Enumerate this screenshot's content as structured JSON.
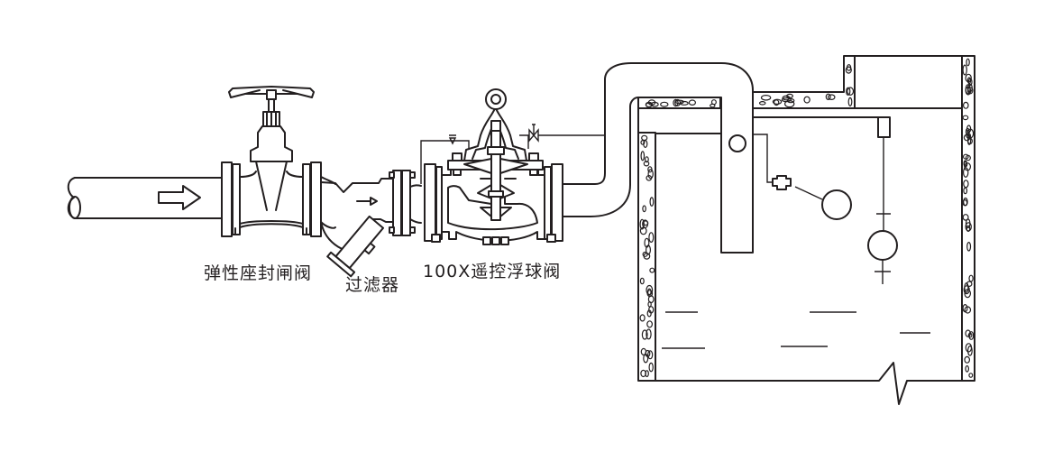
{
  "labels": {
    "gate_valve": "弹性座封闸阀",
    "strainer": "过滤器",
    "float_valve": "100X遥控浮球阀"
  },
  "colors": {
    "stroke": "#231f20",
    "background": "#ffffff"
  }
}
